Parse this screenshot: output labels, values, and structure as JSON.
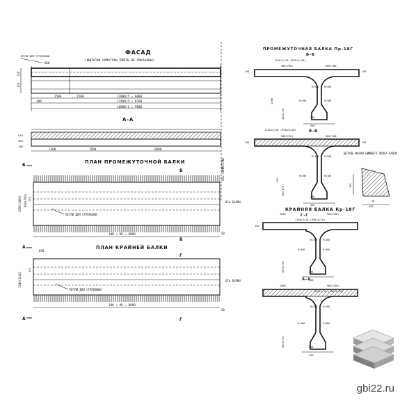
{
  "facade": {
    "title": "ФАСАД",
    "subtitle": "(ВЫПУСКИ АРМАТУРЫ ПЛИТЫ НЕ ПОКАЗАНЫ)",
    "note_petli": "ПЕТЛИ ДЛЯ СТРОПОВКИ",
    "dim_860": "860",
    "dim_1500a": "1500",
    "dim_1500b": "1500",
    "dim_12000": "12000/5 = 6000",
    "dim_17400": "17400/5 = 8700",
    "dim_18000": "18000/2 = 9000",
    "dim_300": "300",
    "dim_120": "120",
    "dim_130": "130"
  },
  "section_aa": {
    "title": "А-А",
    "dim_1300": "1300",
    "dim_1500": "1500",
    "dim_6000": "6000",
    "dim_610": "610",
    "dim_960": "960",
    "dim_130": "130",
    "axis_label": "ОСЬ СИММЕТРИИ"
  },
  "plan_intermediate": {
    "title": "ПЛАН ПРОМЕЖУТОЧНОЙ БАЛКИ",
    "cut_b": "Б",
    "dim_side": "1850(1450)",
    "dim_side2": "900(700)",
    "dim_130": "130",
    "note_petli": "ПЕТЛИ ДЛЯ СТРОПОВКИ",
    "dim_bottom": "100 × 89 = 8900",
    "dim_50": "50",
    "axis": "ОСЬ БАЛКИ"
  },
  "plan_edge": {
    "title": "ПЛАН КРАЙНЕЙ БАЛКИ",
    "cut_a": "А",
    "cut_g": "Г",
    "dim_650": "650",
    "dim_side": "1340(1140)",
    "dim_130": "130",
    "note_petli": "ПЕТЛИ ДЛЯ СТРОПОВКИ",
    "dim_bottom": "100 × 89 = 8900",
    "dim_50": "50",
    "axis": "ОСЬ БАЛКИ"
  },
  "right_top": {
    "title": "ПРОМЕЖУТОЧНАЯ БАЛКА Пр-18Г",
    "cut": "Б-Б",
    "top_dim": "1150+5/10 (950+5/10)",
    "dims": [
      "900(700)",
      "900(700)",
      "150",
      "150",
      "1300",
      "R=300",
      "R=300",
      "280(170)",
      "R=300",
      "200",
      "550",
      "R=300"
    ]
  },
  "right_vv": {
    "cut": "В-В",
    "top_dim": "1150+5/10 (950+5/10)",
    "dims": [
      "900(700)",
      "900(700)",
      "150",
      "150",
      "R=300",
      "R=300",
      "280(170)",
      "R=300",
      "200",
      "550",
      "R=300",
      "250"
    ]
  },
  "detail": {
    "title": "ДЕТАЛЬ ФАСКИ НИЖНЕГО ПОЯСА БАЛОК",
    "dim_150": "150",
    "dim_20": "20",
    "dim_550": "550"
  },
  "right_edge": {
    "title": "КРАЙНЯЯ БАЛКА Кр-18Г",
    "cut": "Г-Г",
    "dims": [
      "1040",
      "900(700)",
      "150",
      "1150+5/10 (950+5/10)",
      "R=300",
      "R=300",
      "280(170)",
      "R=300",
      "200",
      "550",
      "R=300"
    ]
  },
  "right_aa": {
    "cut": "А-А",
    "dims": [
      "1040",
      "900(700)",
      "1150+5/10 (950+5/10)",
      "R=300",
      "R=300",
      "280(170)",
      "R=300",
      "200",
      "550",
      "R=300"
    ]
  },
  "watermark": "gbi22.ru"
}
